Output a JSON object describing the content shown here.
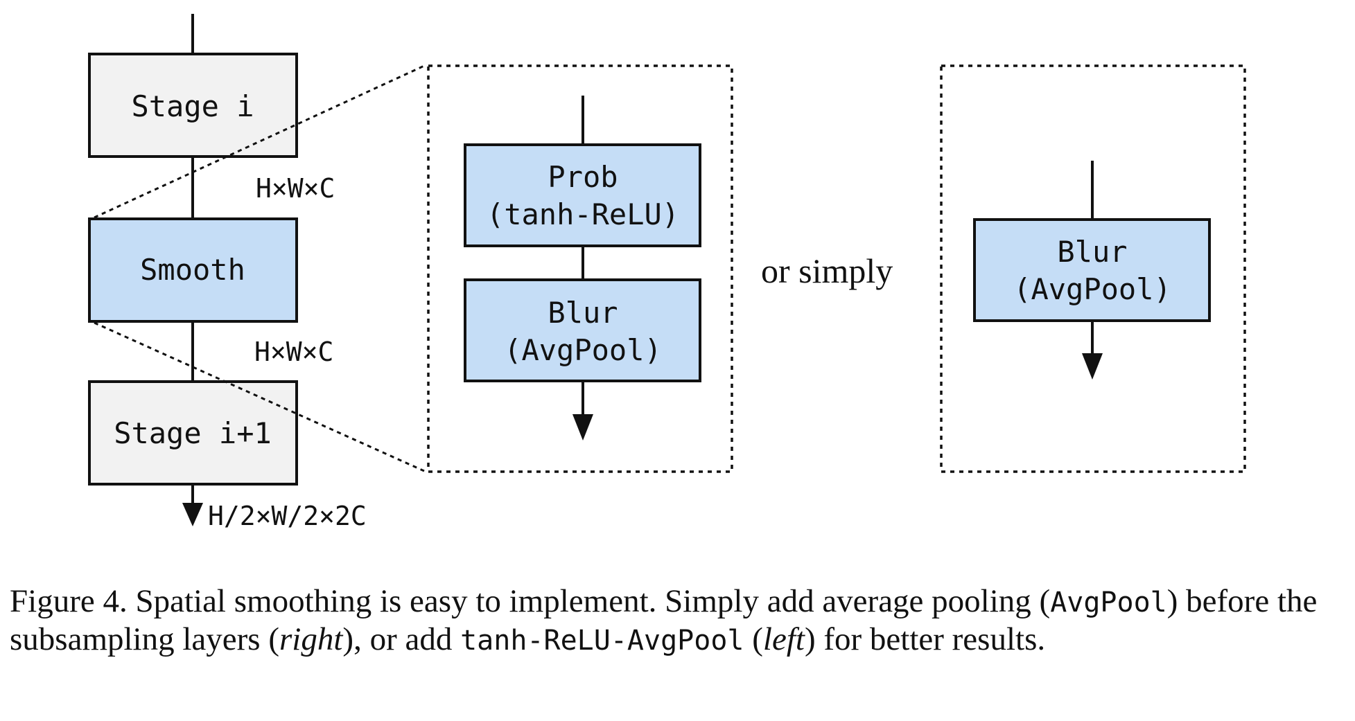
{
  "diagram": {
    "left_column": {
      "stage_i": "Stage i",
      "smooth": "Smooth",
      "stage_i1": "Stage i+1",
      "dim_top": "H×W×C",
      "dim_mid": "H×W×C",
      "dim_out": "H/2×W/2×2C"
    },
    "middle_panel": {
      "prob_line1": "Prob",
      "prob_line2": "(tanh-ReLU)",
      "blur_line1": "Blur",
      "blur_line2": "(AvgPool)"
    },
    "connector": "or simply",
    "right_panel": {
      "blur_line1": "Blur",
      "blur_line2": "(AvgPool)"
    },
    "colors": {
      "stage_fill": "#f2f2f2",
      "smooth_fill": "#c5ddf6",
      "stroke": "#111111"
    }
  },
  "caption": {
    "part1": "Figure 4. Spatial smoothing is easy to implement. Simply add average pooling (",
    "code1": "AvgPool",
    "part2": ") before the subsampling layers (",
    "em1": "right",
    "part3": "), or add ",
    "code2": "tanh-ReLU-AvgPool",
    "part4": " (",
    "em2": "left",
    "part5": ") for better results."
  }
}
